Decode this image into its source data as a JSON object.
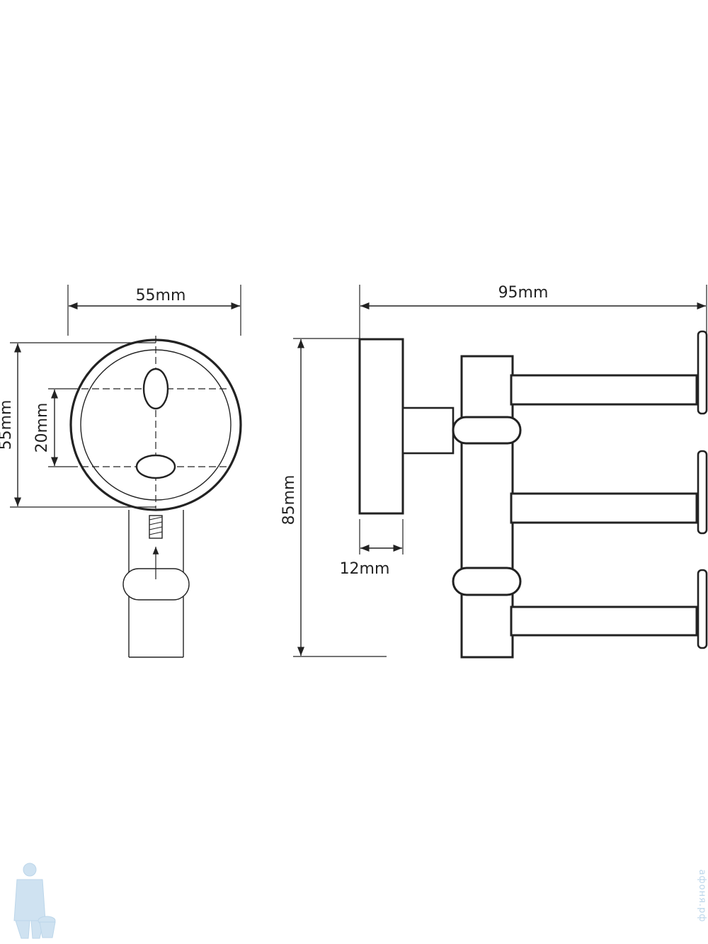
{
  "front_view": {
    "width_label": "55mm",
    "height_label": "55mm",
    "hole_spacing_label": "20mm"
  },
  "side_view": {
    "depth_label": "95mm",
    "height_label": "85mm",
    "base_thickness_label": "12mm"
  },
  "watermark": {
    "site_text": "афоня.рф",
    "logo_icon": "plumber-mascot-icon"
  },
  "colors": {
    "line": "#222222",
    "watermark": "#bcd6ea"
  }
}
